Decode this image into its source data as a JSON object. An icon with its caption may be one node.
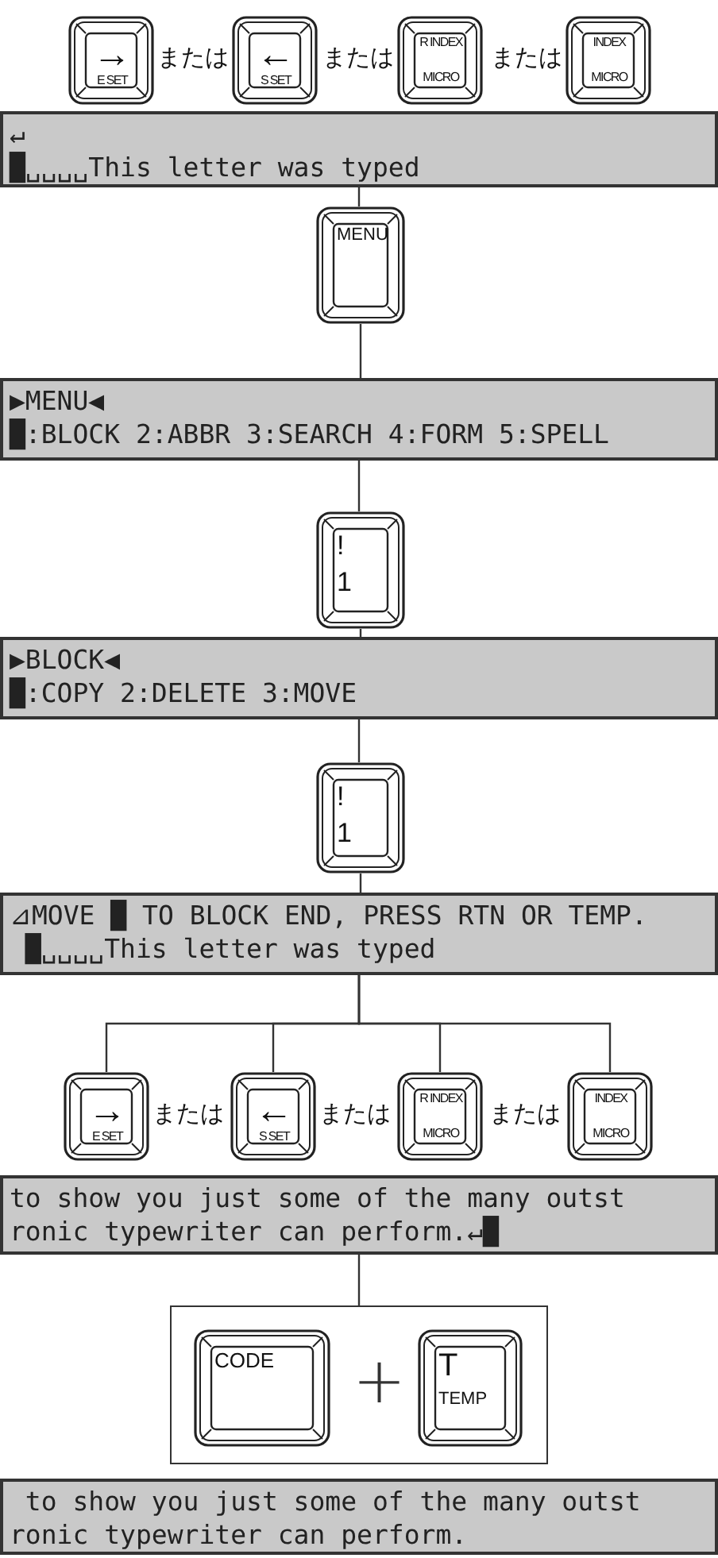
{
  "diagram": {
    "nodes": [
      {
        "text": [
          "→",
          "E SET"
        ]
      },
      {
        "text": [
          "←",
          "S SET"
        ]
      },
      {
        "text": [
          "R INDEX",
          "MICRO"
        ]
      },
      {
        "text": [
          "INDEX",
          "MICRO"
        ]
      },
      {
        "text": [
          "↵",
          "█␣␣␣␣This letter was typed"
        ]
      },
      {
        "text": [
          "MENU"
        ]
      },
      {
        "text": [
          "▶MENU◀",
          "█:BLOCK 2:ABBR 3:SEARCH 4:FORM 5:SPELL"
        ]
      },
      {
        "text": [
          "!",
          "1"
        ]
      },
      {
        "text": [
          "▶BLOCK◀",
          "█:COPY 2:DELETE 3:MOVE"
        ]
      },
      {
        "text": [
          "!",
          "1"
        ]
      },
      {
        "text": [
          "⊿MOVE █ TO BLOCK END, PRESS RTN OR TEMP.",
          " █␣␣␣␣This letter was typed"
        ]
      },
      {
        "text": [
          "→",
          "E SET"
        ]
      },
      {
        "text": [
          "←",
          "S SET"
        ]
      },
      {
        "text": [
          "R INDEX",
          "MICRO"
        ]
      },
      {
        "text": [
          "INDEX",
          "MICRO"
        ]
      },
      {
        "text": [
          "to show you just some of the many outst",
          "ronic typewriter can perform.↵█"
        ]
      },
      {
        "text": [],
        "shape": "box"
      },
      {
        "text": [
          "CODE"
        ],
        "in": 16
      },
      {
        "text": [
          "T",
          "TEMP"
        ],
        "in": 16
      },
      {
        "text": [
          " to show you just some of the many outst",
          "ronic typewriter can perform."
        ]
      }
    ],
    "edges": [
      {
        "from": 4,
        "to": 5,
        "arrow": "none"
      },
      {
        "from": 5,
        "to": 6,
        "arrow": "none"
      },
      {
        "from": 6,
        "to": 7,
        "arrow": "none"
      },
      {
        "from": 7,
        "to": 8,
        "arrow": "none"
      },
      {
        "from": 8,
        "to": 9,
        "arrow": "none"
      },
      {
        "from": 9,
        "to": 10,
        "arrow": "none"
      },
      {
        "from": 10,
        "to": 11,
        "arrow": "none"
      },
      {
        "from": 10,
        "to": 12,
        "arrow": "none"
      },
      {
        "from": 10,
        "to": 13,
        "arrow": "none"
      },
      {
        "from": 10,
        "to": 14,
        "arrow": "none"
      },
      {
        "from": 15,
        "to": 16,
        "arrow": "none"
      }
    ],
    "labels": [
      "または",
      "または",
      "または",
      "または",
      "または",
      "または",
      "+"
    ]
  }
}
